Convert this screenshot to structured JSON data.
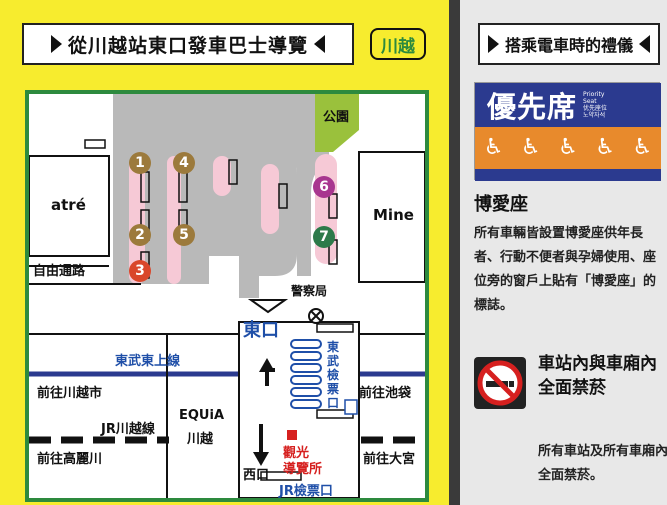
{
  "left": {
    "banner_title": "從川越站東口發車巴士導覽",
    "station_badge": "川越",
    "map": {
      "park": "公園",
      "atre": "atré",
      "mine": "Mine",
      "free_passage": "自由通路",
      "police_box": "警察局",
      "east_exit": "東口",
      "tobu_line": "東武東上線",
      "to_kawagoeshi": "前往川越市",
      "to_ikebukuro": "前往池袋",
      "jr_kawagoe_line": "JR川越線",
      "equia": "EQUiA",
      "equia_sub": "川越",
      "to_komagawa": "前往高麗川",
      "to_omiya": "前往大宮",
      "tobu_gate": [
        "東",
        "武",
        "檢",
        "票",
        "口"
      ],
      "tourist_info_1": "觀光",
      "tourist_info_2": "導覽所",
      "west_exit": "西口",
      "jr_gate": "JR檢票口",
      "bus_stops": [
        "1",
        "2",
        "3",
        "4",
        "5",
        "6",
        "7"
      ]
    }
  },
  "right": {
    "banner_title": "搭乘電車時的禮儀",
    "priority_sign": {
      "title": "優先席",
      "small_lines": [
        "Priority",
        "Seat",
        "优先座位",
        "노약자석"
      ]
    },
    "seat_heading": "博愛座",
    "seat_desc": "所有車輛皆設置博愛座供年長者、行動不便者與孕婦使用、座位旁的窗戶上貼有「博愛座」的標誌。",
    "nosmoke_heading": "車站內與車廂內全面禁菸",
    "nosmoke_desc": "所有車站及所有車廂內全面禁菸。"
  },
  "colors": {
    "yellow": "#f7ec2e",
    "green": "#2d8a3e",
    "blue": "#1f4fa8",
    "navy": "#2b3a8f",
    "orange": "#e88a2c",
    "pink": "#f6c9d6",
    "gray": "#b9b9b9"
  }
}
